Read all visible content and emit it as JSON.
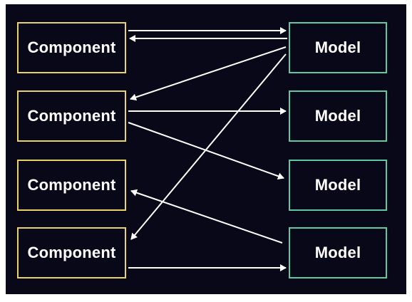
{
  "components": [
    {
      "label": "Component"
    },
    {
      "label": "Component"
    },
    {
      "label": "Component"
    },
    {
      "label": "Component"
    }
  ],
  "models": [
    {
      "label": "Model"
    },
    {
      "label": "Model"
    },
    {
      "label": "Model"
    },
    {
      "label": "Model"
    }
  ],
  "connections": [
    {
      "from": "component-1",
      "to": "model-1"
    },
    {
      "from": "model-1",
      "to": "component-1"
    },
    {
      "from": "model-1",
      "to": "component-2"
    },
    {
      "from": "model-1",
      "to": "component-4"
    },
    {
      "from": "component-2",
      "to": "model-2"
    },
    {
      "from": "component-2",
      "to": "model-3"
    },
    {
      "from": "model-4",
      "to": "component-3"
    },
    {
      "from": "component-4",
      "to": "model-4"
    }
  ],
  "colors": {
    "background": "#080818",
    "component_border": "#e8d36a",
    "model_border": "#5fc9a3",
    "arrow": "#ffffff",
    "text": "#ffffff"
  }
}
